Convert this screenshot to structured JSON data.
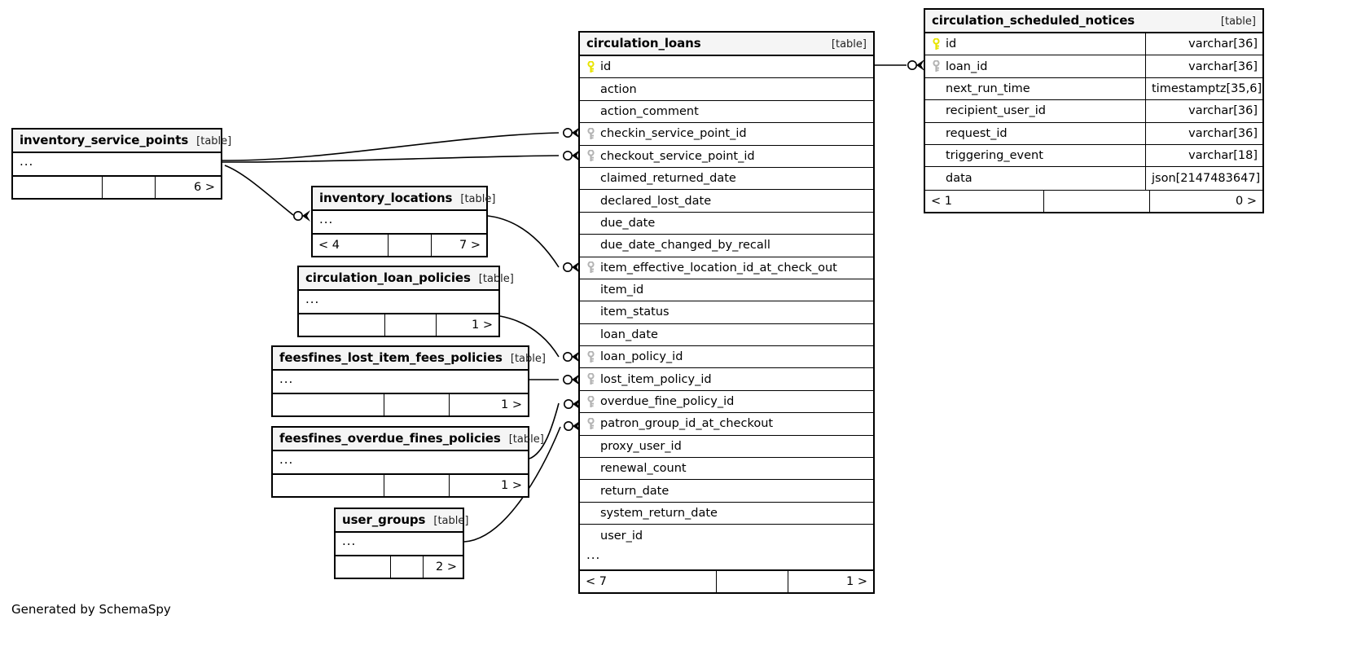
{
  "caption": "Generated by SchemaSpy",
  "table_tag": "[table]",
  "ellipsis": "...",
  "icons": {
    "primary_key": "key-icon-primary",
    "foreign_key": "key-icon-foreign",
    "pk_color": "#e8e400",
    "fk_color": "#b3b3b3"
  },
  "tables": {
    "circulation_loans": {
      "name": "circulation_loans",
      "tag": "[table]",
      "columns": [
        {
          "name": "id",
          "key": "pk"
        },
        {
          "name": "action",
          "key": "none"
        },
        {
          "name": "action_comment",
          "key": "none"
        },
        {
          "name": "checkin_service_point_id",
          "key": "fk"
        },
        {
          "name": "checkout_service_point_id",
          "key": "fk"
        },
        {
          "name": "claimed_returned_date",
          "key": "none"
        },
        {
          "name": "declared_lost_date",
          "key": "none"
        },
        {
          "name": "due_date",
          "key": "none"
        },
        {
          "name": "due_date_changed_by_recall",
          "key": "none"
        },
        {
          "name": "item_effective_location_id_at_check_out",
          "key": "fk"
        },
        {
          "name": "item_id",
          "key": "none"
        },
        {
          "name": "item_status",
          "key": "none"
        },
        {
          "name": "loan_date",
          "key": "none"
        },
        {
          "name": "loan_policy_id",
          "key": "fk"
        },
        {
          "name": "lost_item_policy_id",
          "key": "fk"
        },
        {
          "name": "overdue_fine_policy_id",
          "key": "fk"
        },
        {
          "name": "patron_group_id_at_checkout",
          "key": "fk"
        },
        {
          "name": "proxy_user_id",
          "key": "none"
        },
        {
          "name": "renewal_count",
          "key": "none"
        },
        {
          "name": "return_date",
          "key": "none"
        },
        {
          "name": "system_return_date",
          "key": "none"
        },
        {
          "name": "user_id",
          "key": "none"
        }
      ],
      "has_ellipsis_row": true,
      "footer": {
        "left": "< 7",
        "mid": "",
        "right": "1 >"
      }
    },
    "circulation_scheduled_notices": {
      "name": "circulation_scheduled_notices",
      "tag": "[table]",
      "columns": [
        {
          "name": "id",
          "key": "pk",
          "type": "varchar[36]"
        },
        {
          "name": "loan_id",
          "key": "fk",
          "type": "varchar[36]"
        },
        {
          "name": "next_run_time",
          "key": "none",
          "type": "timestamptz[35,6]"
        },
        {
          "name": "recipient_user_id",
          "key": "none",
          "type": "varchar[36]"
        },
        {
          "name": "request_id",
          "key": "none",
          "type": "varchar[36]"
        },
        {
          "name": "triggering_event",
          "key": "none",
          "type": "varchar[18]"
        },
        {
          "name": "data",
          "key": "none",
          "type": "json[2147483647]"
        }
      ],
      "has_ellipsis_row": false,
      "footer": {
        "left": "< 1",
        "mid": "",
        "right": "0 >"
      }
    },
    "inventory_service_points": {
      "name": "inventory_service_points",
      "tag": "[table]",
      "columns": [],
      "has_ellipsis_row": true,
      "footer": {
        "left": "",
        "mid": "",
        "right": "6 >"
      }
    },
    "inventory_locations": {
      "name": "inventory_locations",
      "tag": "[table]",
      "columns": [],
      "has_ellipsis_row": true,
      "footer": {
        "left": "< 4",
        "mid": "",
        "right": "7 >"
      }
    },
    "circulation_loan_policies": {
      "name": "circulation_loan_policies",
      "tag": "[table]",
      "columns": [],
      "has_ellipsis_row": true,
      "footer": {
        "left": "",
        "mid": "",
        "right": "1 >"
      }
    },
    "feesfines_lost_item_fees_policies": {
      "name": "feesfines_lost_item_fees_policies",
      "tag": "[table]",
      "columns": [],
      "has_ellipsis_row": true,
      "footer": {
        "left": "",
        "mid": "",
        "right": "1 >"
      }
    },
    "feesfines_overdue_fines_policies": {
      "name": "feesfines_overdue_fines_policies",
      "tag": "[table]",
      "columns": [],
      "has_ellipsis_row": true,
      "footer": {
        "left": "",
        "mid": "",
        "right": "1 >"
      }
    },
    "user_groups": {
      "name": "user_groups",
      "tag": "[table]",
      "columns": [],
      "has_ellipsis_row": true,
      "footer": {
        "left": "",
        "mid": "",
        "right": "2 >"
      }
    }
  },
  "relationships": [
    {
      "from": "inventory_service_points",
      "to": "circulation_loans.checkin_service_point_id"
    },
    {
      "from": "inventory_service_points",
      "to": "circulation_loans.checkout_service_point_id"
    },
    {
      "from": "inventory_service_points",
      "to": "inventory_locations"
    },
    {
      "from": "inventory_locations",
      "to": "circulation_loans.item_effective_location_id_at_check_out"
    },
    {
      "from": "circulation_loan_policies",
      "to": "circulation_loans.loan_policy_id"
    },
    {
      "from": "feesfines_lost_item_fees_policies",
      "to": "circulation_loans.lost_item_policy_id"
    },
    {
      "from": "feesfines_overdue_fines_policies",
      "to": "circulation_loans.overdue_fine_policy_id"
    },
    {
      "from": "user_groups",
      "to": "circulation_loans.patron_group_id_at_checkout"
    },
    {
      "from": "circulation_loans.id",
      "to": "circulation_scheduled_notices.loan_id"
    }
  ]
}
